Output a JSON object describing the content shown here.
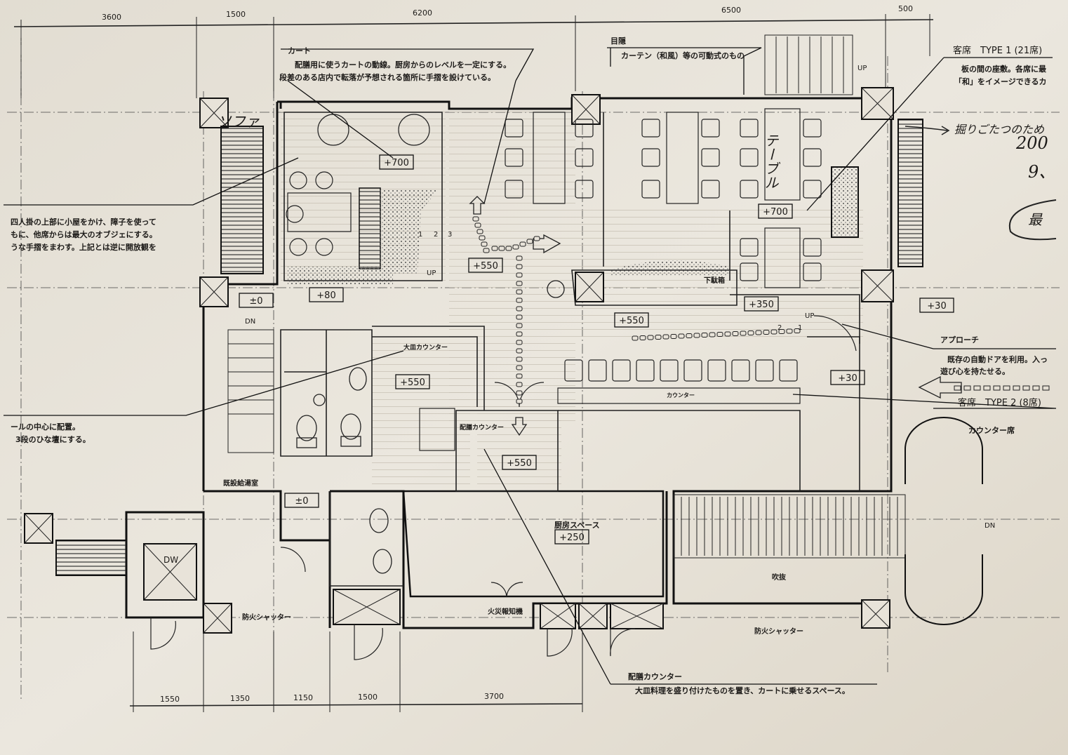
{
  "dimensions": {
    "top": [
      "3600",
      "1500",
      "6200",
      "6500",
      "500"
    ],
    "bottom": [
      "1550",
      "1350",
      "1150",
      "1500",
      "3700"
    ]
  },
  "notes": {
    "cart": {
      "title": "カート",
      "lines": [
        "配膳用に使うカートの動線。厨房からのレベルを一定にする。",
        "段差のある店内で転落が予想される箇所に手摺を設けている。"
      ]
    },
    "blind": {
      "title": "目隠",
      "text": "カーテン（和風）等の可動式のもの"
    },
    "type1": {
      "title": "客席　TYPE 1 (21席)",
      "lines": [
        "板の間の座敷。各席に最",
        "「和」をイメージできるカ"
      ]
    },
    "left_upper": {
      "lines": [
        "四人掛の上部に小屋をかけ、障子を使って",
        "もに、他席からは最大のオブジェにする。",
        "うな手摺をまわす。上記とは逆に開放観を"
      ]
    },
    "left_lower": {
      "lines": [
        "ールの中心に配置。",
        "3段のひな壇にする。"
      ]
    },
    "approach": {
      "title": "アプローチ",
      "lines": [
        "既存の自動ドアを利用。入っ",
        "遊び心を持たせる。"
      ]
    },
    "type2": {
      "title": "客席　TYPE 2 (8席)",
      "sub": "カウンター席"
    },
    "serving": {
      "title": "配膳カウンター",
      "text": "大皿料理を盛り付けたものを置き、カートに乗せるスペース。"
    }
  },
  "handwritten": {
    "sofa": "ソファ",
    "table": "テーブル",
    "note": "掘りごたつのため",
    "n1": "200",
    "n2": "9、",
    "n3": "最"
  },
  "rooms": {
    "platter_counter": "大皿カウンター",
    "serving_counter": "配膳カウンター",
    "counter": "カウンター",
    "kitchen": "厨房スペース",
    "existing_kettle_room": "既設給湯室",
    "fire_alarm": "火災報知機",
    "shutter": "防火シャッター",
    "void": "吹抜",
    "shoe_box": "下駄箱",
    "dw": "DW",
    "dn": "DN",
    "up": "UP"
  },
  "levels": [
    "+700",
    "+80",
    "±0",
    "+550",
    "+550",
    "+350",
    "+30",
    "+30",
    "+550",
    "+550",
    "+700",
    "±0",
    "+250"
  ],
  "steps": [
    "1",
    "2",
    "3"
  ]
}
